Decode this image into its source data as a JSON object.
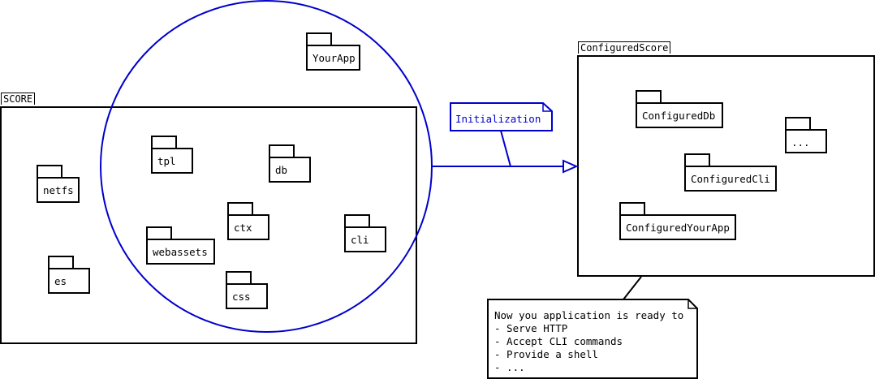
{
  "score": {
    "label": "SCORE",
    "packages": {
      "netfs": "netfs",
      "es": "es",
      "tpl": "tpl",
      "webassets": "webassets",
      "ctx": "ctx",
      "css": "css",
      "db": "db",
      "cli": "cli"
    }
  },
  "your_app": "YourApp",
  "initialization": "Initialization",
  "configured_score": {
    "label": "ConfiguredScore",
    "packages": {
      "db": "ConfiguredDb",
      "cli": "ConfiguredCli",
      "your_app": "ConfiguredYourApp",
      "more": "..."
    }
  },
  "note": {
    "line1": "Now you application is ready to",
    "line2": "- Serve HTTP",
    "line3": "- Accept CLI commands",
    "line4": "- Provide a shell",
    "line5": "- ..."
  },
  "colors": {
    "accent": "#0000cc",
    "stroke": "#000000"
  }
}
